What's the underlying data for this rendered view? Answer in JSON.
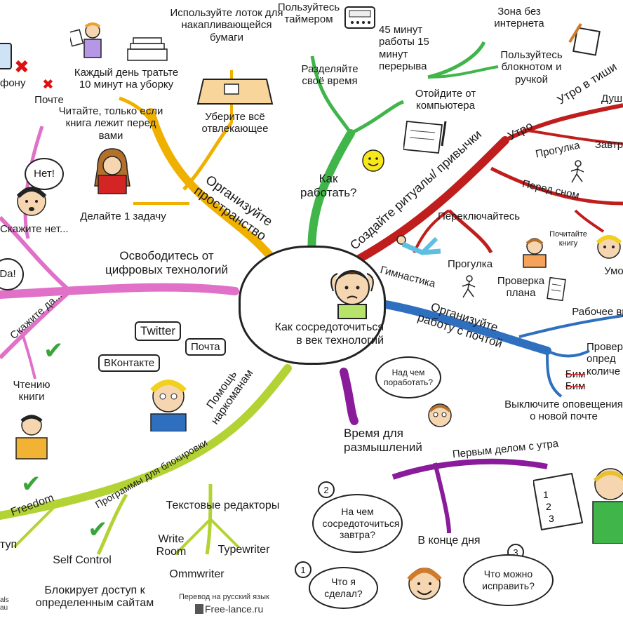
{
  "center": {
    "title_line1": "Как сосредоточиться",
    "title_line2": "в век технологий"
  },
  "organize_space": {
    "branch": "Организуйте пространство",
    "paper_tray": "Используйте лоток для накапливающейся бумаги",
    "cleanup": "Каждый день тратьте 10 минут на уборку",
    "read_only": "Читайте, только если книга лежит перед вами",
    "remove_distractions": "Уберите всё отвлекающее",
    "one_task": "Делайте 1 задачу"
  },
  "how_to_work": {
    "branch": "Как работать?",
    "timer": "Пользуйтесь таймером",
    "split_time": "Разделяйте своё время",
    "work_break": "45 минут работы 15 минут перерыва",
    "offline_zone": "Зона без интернета",
    "notebook": "Пользуйтесь блокнотом и ручкой",
    "step_away": "Отойдите от компьютера"
  },
  "rituals": {
    "branch": "Создайте ритуалы/ привычки",
    "morning": "Утро",
    "quiet_morning": "Утро в тиши",
    "shower": "Душ",
    "walk": "Прогулка",
    "breakfast": "Завтр",
    "before_sleep": "Перед сном",
    "switch": "Переключайтесь",
    "gym": "Гимнастика",
    "walk2": "Прогулка",
    "plan_check": "Проверка плана",
    "read_book": "Почитайте книгу",
    "smart": "Умо"
  },
  "email": {
    "branch": "Организуйте работу с почтой",
    "work_time": "Рабочее вр",
    "check": "Проверя опред количе",
    "bim": "Бим Бим",
    "notify_off": "Выключите оповещения о новой почте"
  },
  "reflection": {
    "branch": "Время для размышлений",
    "thought": "Над чем поработать?",
    "first_morning": "Первым делом с утра",
    "evening": "В конце дня",
    "q1": "Что я сделал?",
    "q2": "На чем сосредоточиться завтра?",
    "q3": "Что можно исправить?",
    "n1": "1",
    "n2": "2",
    "n3": "3",
    "list": "1 2 3"
  },
  "addicts": {
    "branch": "Помощь наркоманам",
    "twitter": "Twitter",
    "mail": "Почта",
    "vk": "ВКонтакте",
    "block_programs": "Программы для блокировки",
    "text_editors": "Текстовые редакторы",
    "write_room": "Write Room",
    "typewriter": "Typewriter",
    "ommwriter": "Ommwriter",
    "freedom": "Freedom",
    "self_control": "Self Control",
    "block_access": "Блокирует доступ к определенным сайтам",
    "access_cut": "туп"
  },
  "digital_free": {
    "branch": "Освободитесь от цифровых технологий",
    "say_yes": "Скажите да...",
    "say_no": "Скажите нет...",
    "no_bubble": "Нет!",
    "yes_bubble": "Da!",
    "reading": "Чтению книги",
    "mail": "Почте",
    "phone": "фону"
  },
  "footer": {
    "translation": "Перевод на русский язык",
    "site": "Free-lance.ru",
    "brand_cut": "als au"
  },
  "colors": {
    "orange": "#f0b000",
    "green": "#3fb54a",
    "red": "#c01d1d",
    "blue": "#2e6fbf",
    "purple": "#8a1b9b",
    "lime": "#b3d334",
    "pink": "#e070c8"
  }
}
